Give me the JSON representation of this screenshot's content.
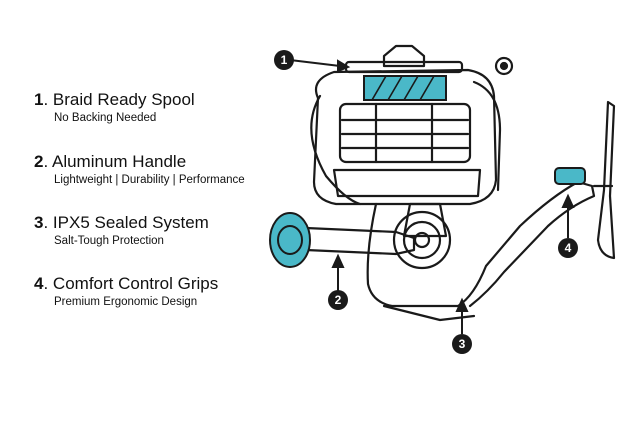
{
  "features": [
    {
      "number": "1",
      "sep": ".",
      "title": " Braid Ready Spool",
      "subtitle": "No Backing Needed"
    },
    {
      "number": "2",
      "sep": ".",
      "title": " Aluminum Handle",
      "subtitle": "Lightweight | Durability | Performance"
    },
    {
      "number": "3",
      "sep": ".",
      "title": " IPX5 Sealed System",
      "subtitle": "Salt-Tough Protection"
    },
    {
      "number": "4",
      "sep": ".",
      "title": " Comfort Control Grips",
      "subtitle": "Premium Ergonomic Design"
    }
  ],
  "callouts": [
    "1",
    "2",
    "3",
    "4"
  ],
  "colors": {
    "accent": "#4ab8c8",
    "line": "#1a1a1a",
    "badge": "#1a1a1a"
  }
}
